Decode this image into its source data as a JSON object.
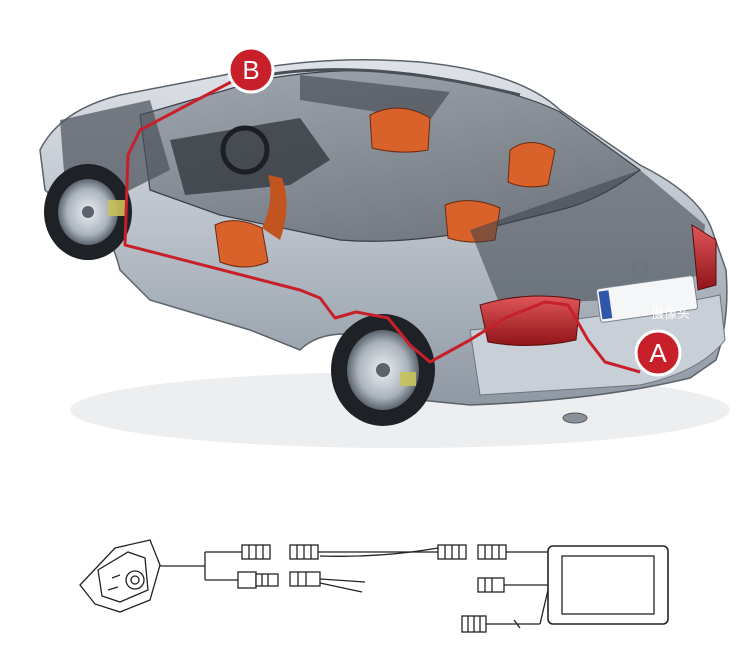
{
  "markers": {
    "a": "A",
    "b": "B"
  },
  "camera_label": "摄像头",
  "colors": {
    "route": "#c8202a",
    "marker_fill": "#c8202a",
    "car_body": "#b9c0c9",
    "seats": "#d9622b",
    "wiring": "#222222"
  }
}
